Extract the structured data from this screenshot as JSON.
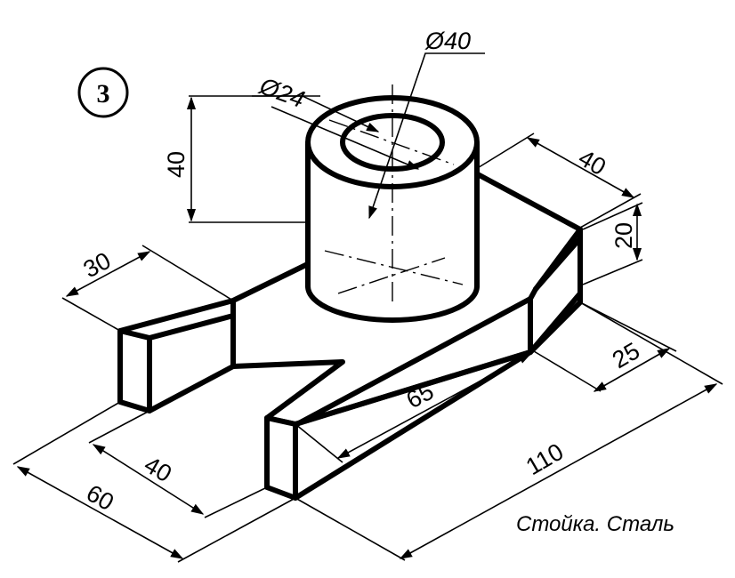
{
  "figure": {
    "number": "3",
    "caption": "Стойка. Сталь"
  },
  "dimensions": {
    "outer_diameter": "Ø40",
    "inner_diameter": "Ø24",
    "cylinder_height": "40",
    "base_thickness": "20",
    "rear_width": "40",
    "chamfer": "25",
    "overall_length": "110",
    "arm_length": "65",
    "slot_width": "30",
    "slot_depth": "40",
    "overall_width": "60"
  }
}
